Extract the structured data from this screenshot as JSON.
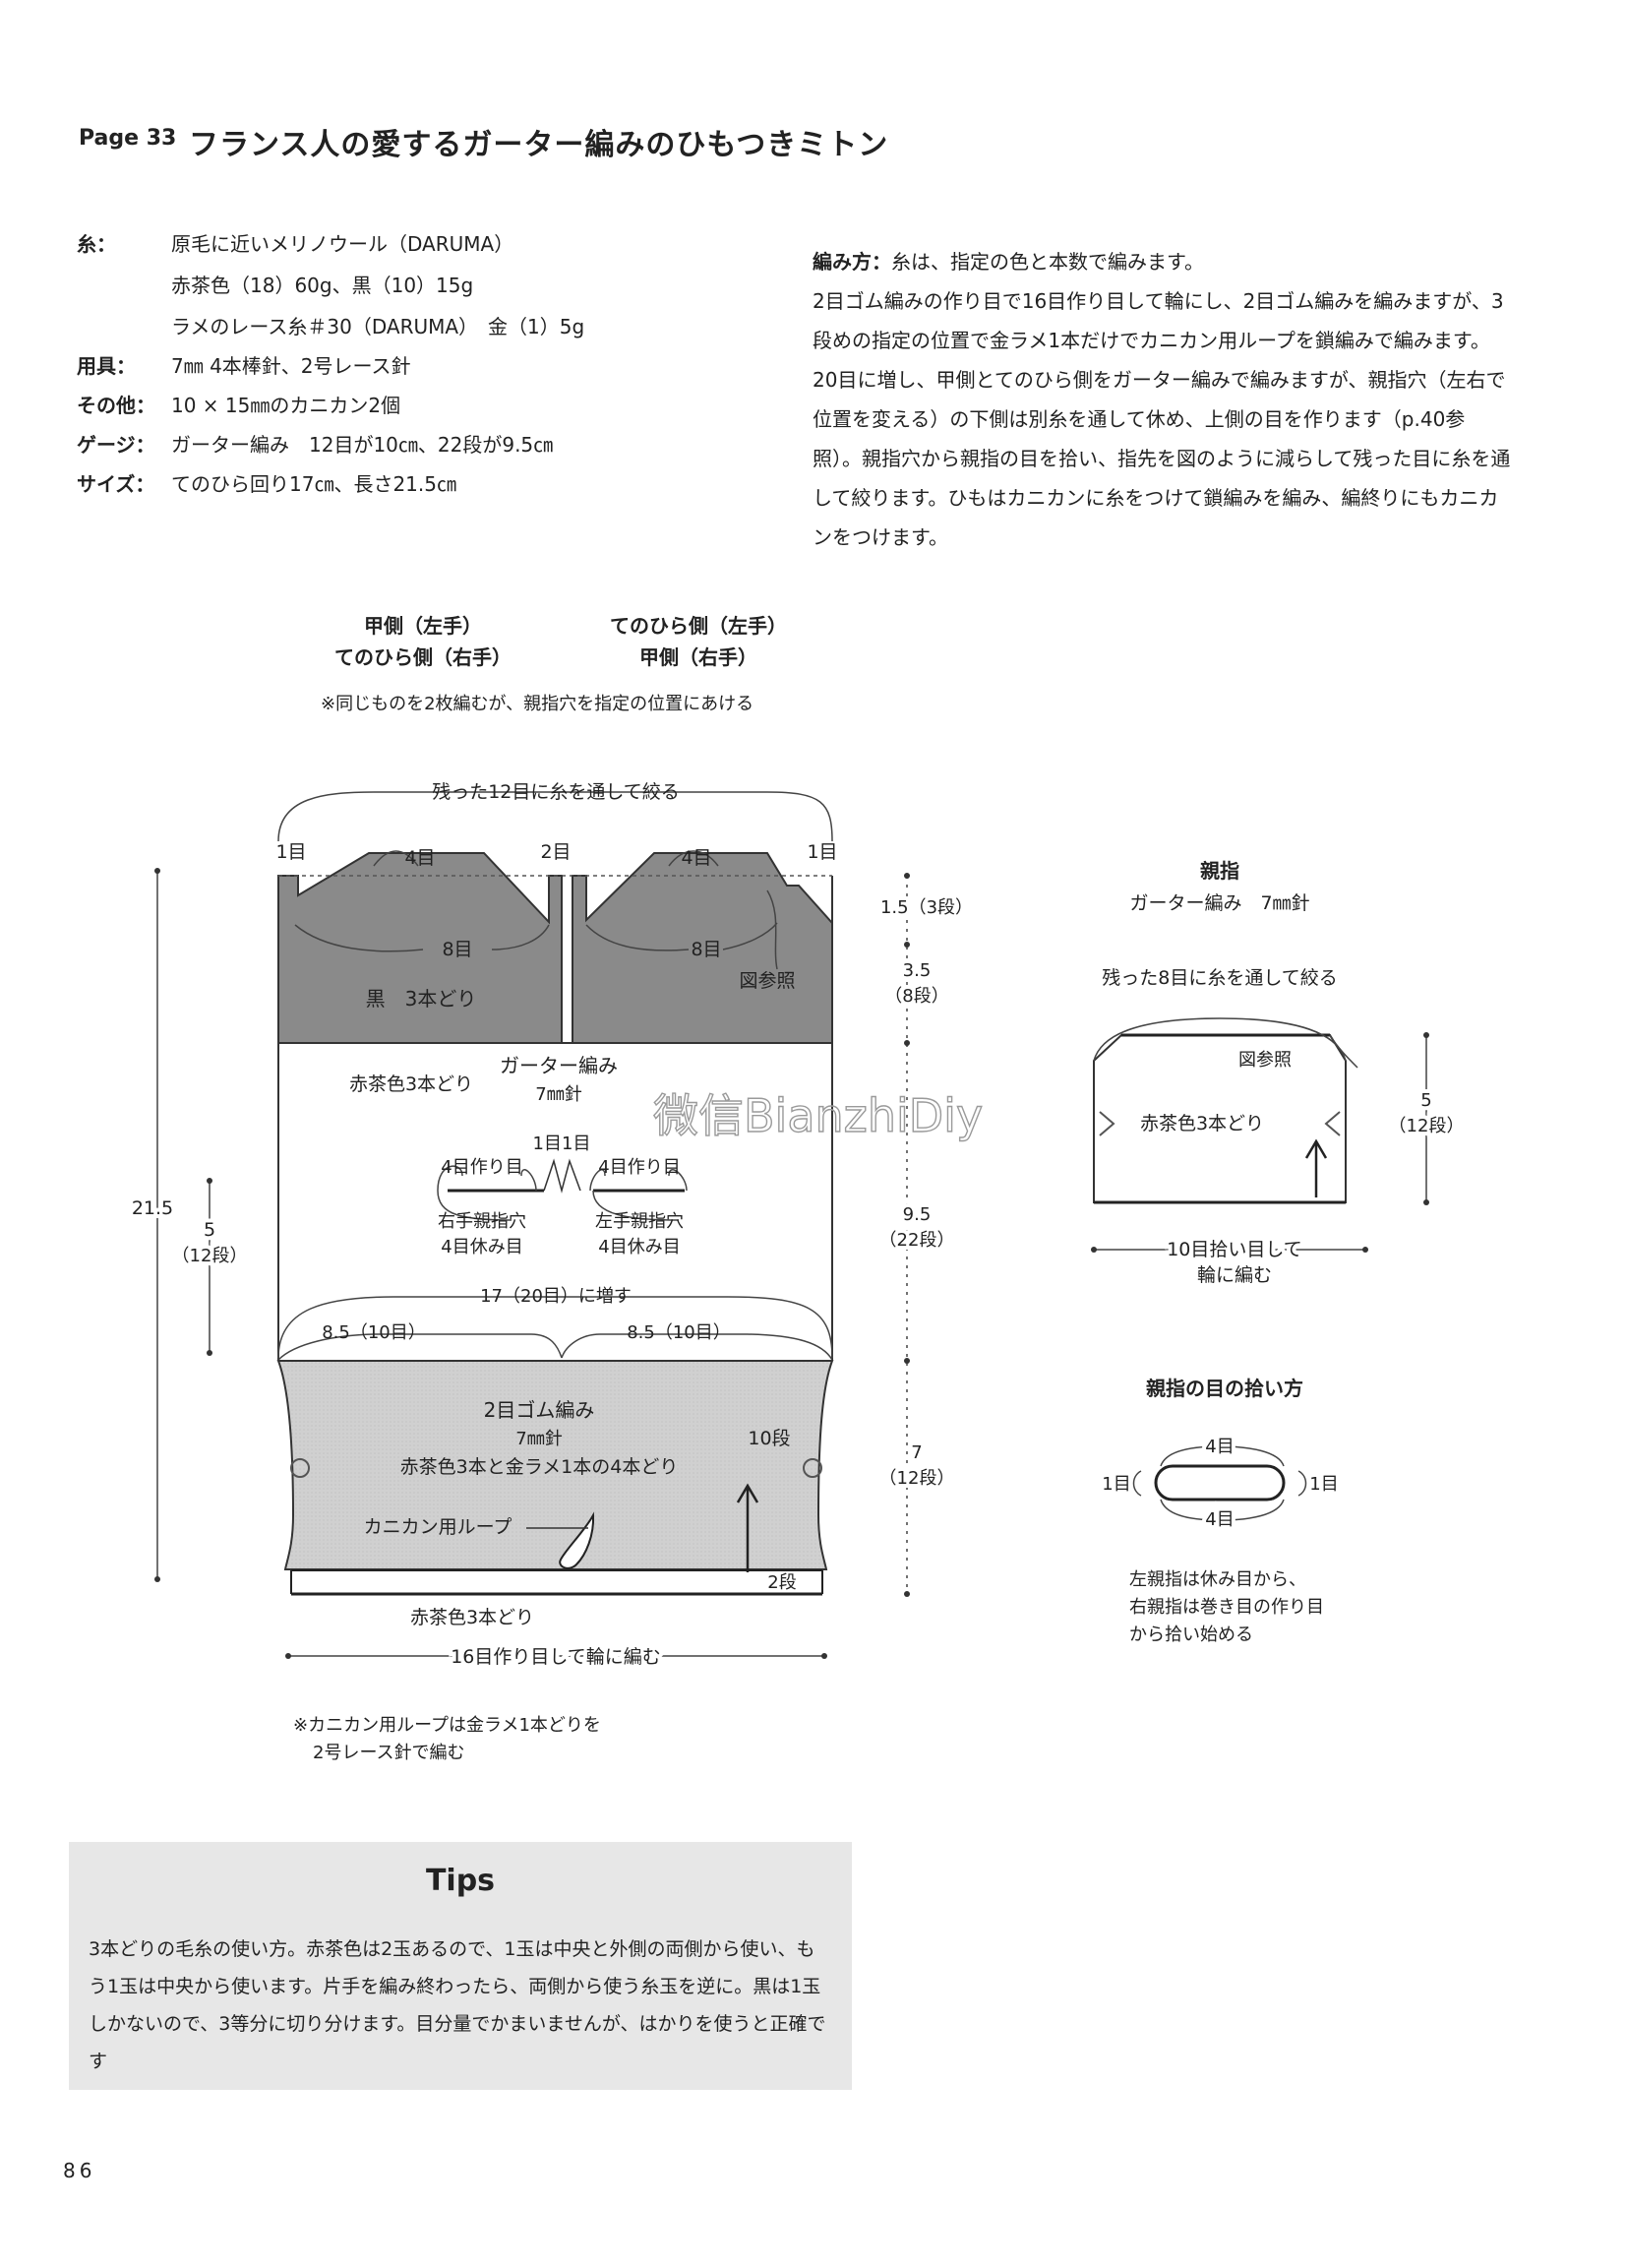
{
  "header": {
    "page_label": "Page 33",
    "title": "フランス人の愛するガーター編みのひもつきミトン"
  },
  "specs": [
    {
      "key": "糸：",
      "lines": [
        "原毛に近いメリノウール（DARUMA）",
        "赤茶色（18）60g、黒（10）15g",
        "ラメのレース糸＃30（DARUMA）　金（1）5g"
      ]
    },
    {
      "key": "用具：",
      "lines": [
        "7㎜ 4本棒針、2号レース針"
      ]
    },
    {
      "key": "その他：",
      "lines": [
        "10 × 15㎜のカニカン2個"
      ]
    },
    {
      "key": "ゲージ：",
      "lines": [
        "ガーター編み　12目が10㎝、22段が9.5㎝"
      ]
    },
    {
      "key": "サイズ：",
      "lines": [
        "てのひら回り17㎝、長さ21.5㎝"
      ]
    }
  ],
  "method": {
    "label": "編み方：",
    "lead": "糸は、指定の色と本数で編みます。",
    "body": "2目ゴム編みの作り目で16目作り目して輪にし、2目ゴム編みを編みますが、3段めの指定の位置で金ラメ1本だけでカニカン用ループを鎖編みで編みます。20目に増し、甲側とてのひら側をガーター編みで編みますが、親指穴（左右で位置を変える）の下側は別糸を通して休め、上側の目を作ります（p.40参照）。親指穴から親指の目を拾い、指先を図のように減らして残った目に糸を通して絞ります。ひもはカニカンに糸をつけて鎖編みを編み、編終りにもカニカンをつけます。"
  },
  "diagram_labels": {
    "left_top": "甲側（左手）",
    "left_bottom": "てのひら側（右手）",
    "right_top": "てのひら側（左手）",
    "right_bottom": "甲側（右手）",
    "note": "※同じものを2枚編むが、親指穴を指定の位置にあける"
  },
  "mitten": {
    "top_note": "残った12目に糸を通して絞る",
    "st_1_left": "1目",
    "st_4_left": "4目",
    "st_2": "2目",
    "st_4_right": "4目",
    "st_1_right": "1目",
    "st_8_left": "8目",
    "st_8_right": "8目",
    "see_fig": "図参照",
    "black": "黒　3本どり",
    "red3": "赤茶色3本どり",
    "garter": "ガーター編み",
    "needle7": "7㎜針",
    "one_one": "1目1目",
    "make4_left": "4目作り目",
    "make4_right": "4目作り目",
    "right_thumb_1": "右手親指穴",
    "right_thumb_2": "4目休み目",
    "left_thumb_1": "左手親指穴",
    "left_thumb_2": "4目休み目",
    "inc": "17（20目）に増す",
    "half_left": "8.5（10目）",
    "half_right": "8.5（10目）",
    "rib": "2目ゴム編み",
    "rib_needle": "7㎜針",
    "rib_yarn": "赤茶色3本と金ラメ1本の4本どり",
    "rows10": "10段",
    "loop": "カニカン用ループ",
    "rows2": "2段",
    "bottom_yarn": "赤茶色3本どり",
    "cast_on": "16目作り目して輪に編む",
    "dim_total": "21.5",
    "dim_5": "5",
    "dim_5_rows": "（12段）",
    "dim_15": "1.5（3段）",
    "dim_35": "3.5",
    "dim_35_rows": "（8段）",
    "dim_95": "9.5",
    "dim_95_rows": "（22段）",
    "dim_7": "7",
    "dim_7_rows": "（12段）"
  },
  "loop_note": [
    "※カニカン用ループは金ラメ1本どりを",
    "2号レース針で編む"
  ],
  "thumb": {
    "title": "親指",
    "subtitle": "ガーター編み　7㎜針",
    "top_note": "残った8目に糸を通して絞る",
    "see_fig": "図参照",
    "yarn": "赤茶色3本どり",
    "dim": "5",
    "dim_rows": "（12段）",
    "pickup_1": "10目拾い目して",
    "pickup_2": "輪に編む"
  },
  "pickup": {
    "title": "親指の目の拾い方",
    "top": "4目",
    "bottom": "4目",
    "left": "1目",
    "right": "1目",
    "note": [
      "左親指は休み目から、",
      "右親指は巻き目の作り目",
      "から拾い始める"
    ]
  },
  "watermark": "微信BianzhiDiy",
  "tips": {
    "title": "Tips",
    "body": "3本どりの毛糸の使い方。赤茶色は2玉あるので、1玉は中央と外側の両側から使い、もう1玉は中央から使います。片手を編み終わったら、両側から使う糸玉を逆に。黒は1玉しかないので、3等分に切り分けます。目分量でかまいませんが、はかりを使うと正確です"
  },
  "page_number": "86"
}
